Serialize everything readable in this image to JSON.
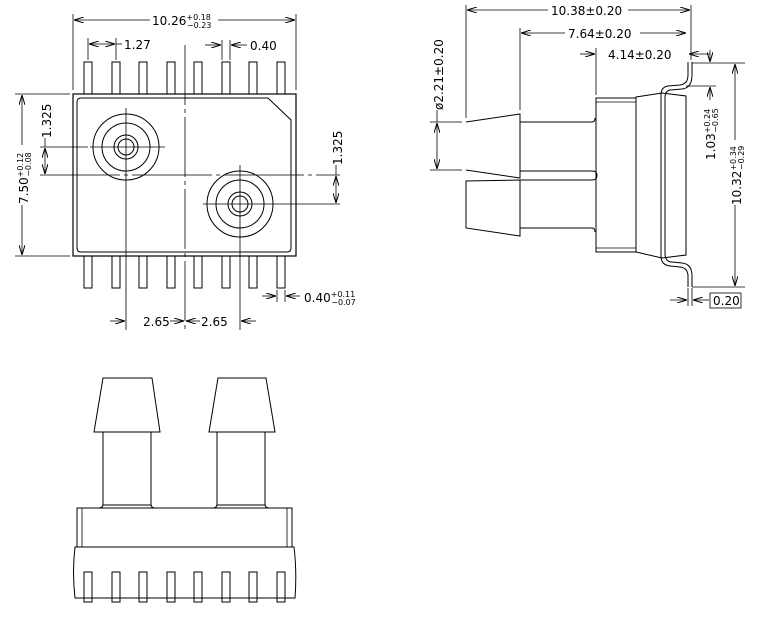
{
  "top_view": {
    "width": {
      "nominal": "10.26",
      "plus": "+0.18",
      "minus": "−0.23"
    },
    "pitch": "1.27",
    "pin_width": "0.40",
    "height": {
      "nominal": "7.50",
      "plus": "+0.12",
      "minus": "−0.08"
    },
    "port_offset_left": "1.325",
    "port_offset_right": "1.325",
    "pin_width_tol": {
      "nominal": "0.40",
      "plus": "+0.11",
      "minus": "−0.07"
    },
    "port_spacing_left": "2.65",
    "port_spacing_right": "2.65"
  },
  "side_view": {
    "overall_length": "10.38±0.20",
    "port_length": "7.64±0.20",
    "body_length": "4.14±0.20",
    "port_diameter": "ø2.21±0.20",
    "lead_offset": {
      "nominal": "1.03",
      "plus": "+0.24",
      "minus": "−0.65"
    },
    "lead_span": {
      "nominal": "10.32",
      "plus": "+0.34",
      "minus": "−0.29"
    },
    "lead_thickness": "0.20"
  }
}
